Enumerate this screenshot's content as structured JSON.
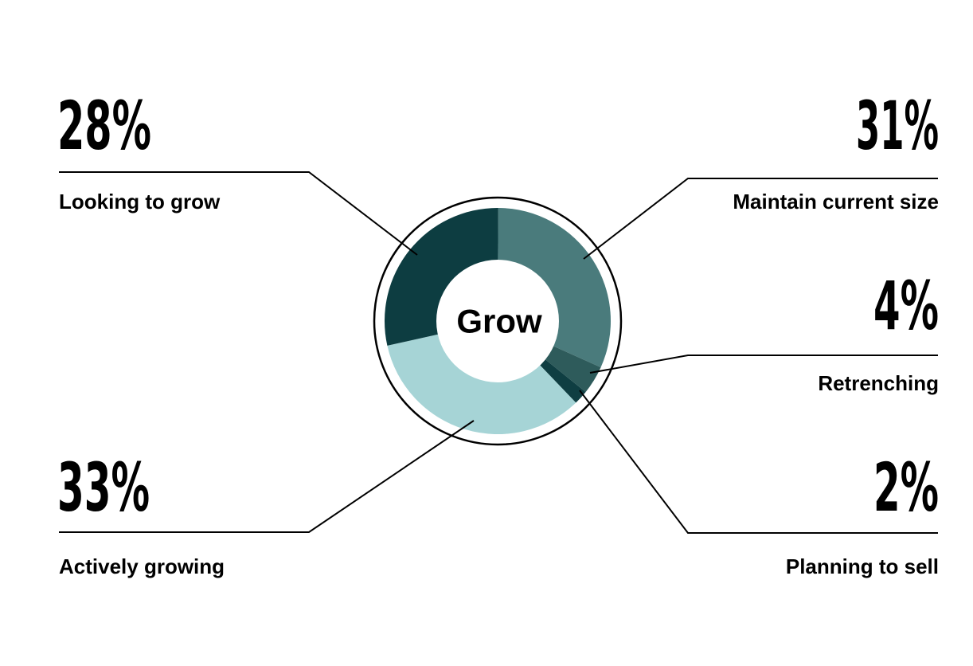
{
  "chart_data": {
    "type": "pie",
    "style": "donut",
    "center_label": "Grow",
    "legend": "callouts",
    "slices": [
      {
        "label": "Maintain current size",
        "value": 31,
        "display": "31%",
        "color": "#4a7b7c"
      },
      {
        "label": "Retrenching",
        "value": 4,
        "display": "4%",
        "color": "#2e5b5b"
      },
      {
        "label": "Planning to sell",
        "value": 2,
        "display": "2%",
        "color": "#0f3e42"
      },
      {
        "label": "Actively growing",
        "value": 33,
        "display": "33%",
        "color": "#a6d4d6"
      },
      {
        "label": "Looking to grow",
        "value": 28,
        "display": "28%",
        "color": "#0d3d41"
      }
    ]
  }
}
